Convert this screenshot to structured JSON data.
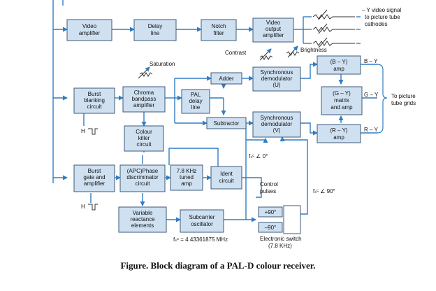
{
  "boxes": {
    "video_amp": [
      "Video",
      "amplifier"
    ],
    "delay_line": [
      "Delay",
      "line"
    ],
    "notch_filter": [
      "Notch",
      "filter"
    ],
    "video_output_amp": [
      "Video",
      "output",
      "amplifier"
    ],
    "burst_blanking": [
      "Burst",
      "blanking",
      "circuit"
    ],
    "chroma_bandpass": [
      "Chroma",
      "bandpass",
      "amplifier"
    ],
    "pal_delay": [
      "PAL",
      "delay",
      "line"
    ],
    "adder": [
      "Adder"
    ],
    "subtractor": [
      "Subtractor"
    ],
    "sync_demod_u": [
      "Synchronous",
      "demodulator",
      "(U)"
    ],
    "sync_demod_v": [
      "Synchronous",
      "demodulator",
      "(V)"
    ],
    "by_amp": [
      "(B – Y)",
      "amp"
    ],
    "gy_matrix": [
      "(G – Y)",
      "matrix",
      "and amp"
    ],
    "ry_amp": [
      "(R – Y)",
      "amp"
    ],
    "colour_killer": [
      "Colour",
      "killer",
      "circuit"
    ],
    "burst_gate": [
      "Burst",
      "gate and",
      "amplifier"
    ],
    "apc_phase": [
      "(APC)Phase",
      "discriminator",
      "circuit"
    ],
    "tuned_amp": [
      "7.8 KHz",
      "tuned",
      "amp"
    ],
    "ident": [
      "Ident",
      "circuit"
    ],
    "variable_reactance": [
      "Variable",
      "reactance",
      "elements"
    ],
    "subcarrier_osc": [
      "Subcarrier",
      "oscillator"
    ],
    "switch_plus": [
      "+90°"
    ],
    "switch_minus": [
      "–90°"
    ]
  },
  "labels": {
    "y_video": [
      "– Y video signal",
      "to picture tube",
      "cathodes"
    ],
    "contrast": "Contrast",
    "brightness": "Brightness",
    "saturation": "Saturation",
    "by_out": "B – Y",
    "gy_out": "G – Y",
    "ry_out": "R – Y",
    "picture_grids": [
      "To picture",
      "tube grids"
    ],
    "control_pulses": [
      "Control",
      "pulses"
    ],
    "fsc_0": "fₛᶜ ∠ 0°",
    "fsc_90": "fₛᶜ ∠ 90°",
    "fsc_freq": "fₛᶜ = 4.43361875 MHz",
    "electronic_switch": [
      "Electronic switch",
      "(7.8 KHz)"
    ],
    "h_pulse_1": "H",
    "h_pulse_2": "H"
  },
  "caption": "Figure. Block diagram of a PAL-D colour receiver."
}
